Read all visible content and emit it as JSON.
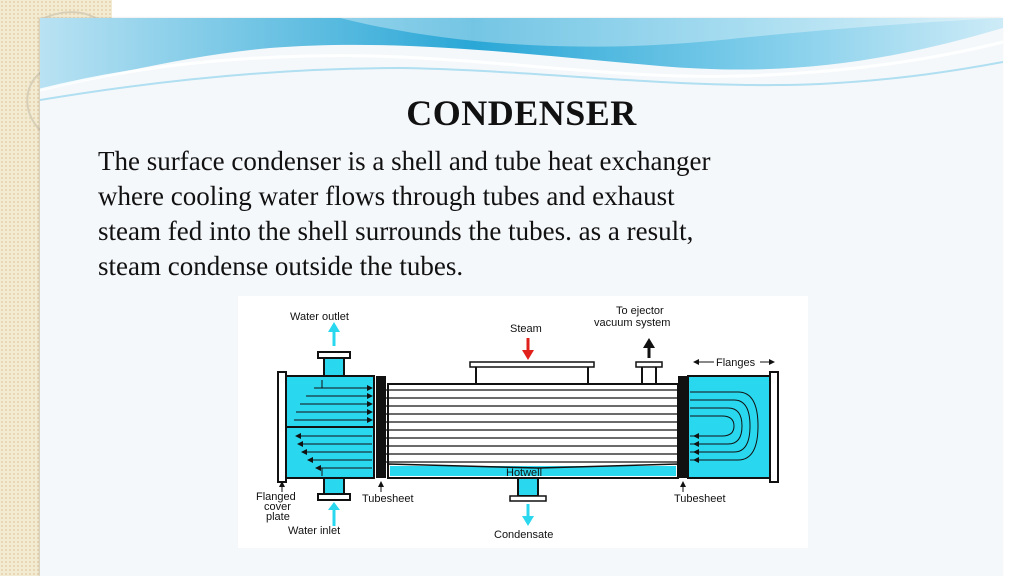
{
  "slide": {
    "title": "CONDENSER",
    "body_lines": [
      "The surface condenser is a shell and tube heat exchanger",
      "where cooling water flows through tubes and exhaust",
      "steam fed into the shell surrounds the tubes. as a result,",
      "steam condense outside the tubes."
    ]
  },
  "diagram": {
    "labels": {
      "water_outlet": "Water outlet",
      "steam": "Steam",
      "ejector_line1": "To ejector",
      "ejector_line2": "vacuum system",
      "flanges": "Flanges",
      "hotwell": "Hotwell",
      "flanged_line1": "Flanged",
      "flanged_line2": "cover",
      "flanged_line3": "plate",
      "tubesheet_left": "Tubesheet",
      "tubesheet_right": "Tubesheet",
      "water_inlet": "Water inlet",
      "condensate": "Condensate"
    },
    "colors": {
      "water": "#29d8ee",
      "steam_arrow": "#e0201a",
      "outline": "#111111"
    }
  },
  "theme": {
    "wave_colors": [
      "#2aa7d6",
      "#8fd3ee",
      "#cdebf7"
    ]
  }
}
